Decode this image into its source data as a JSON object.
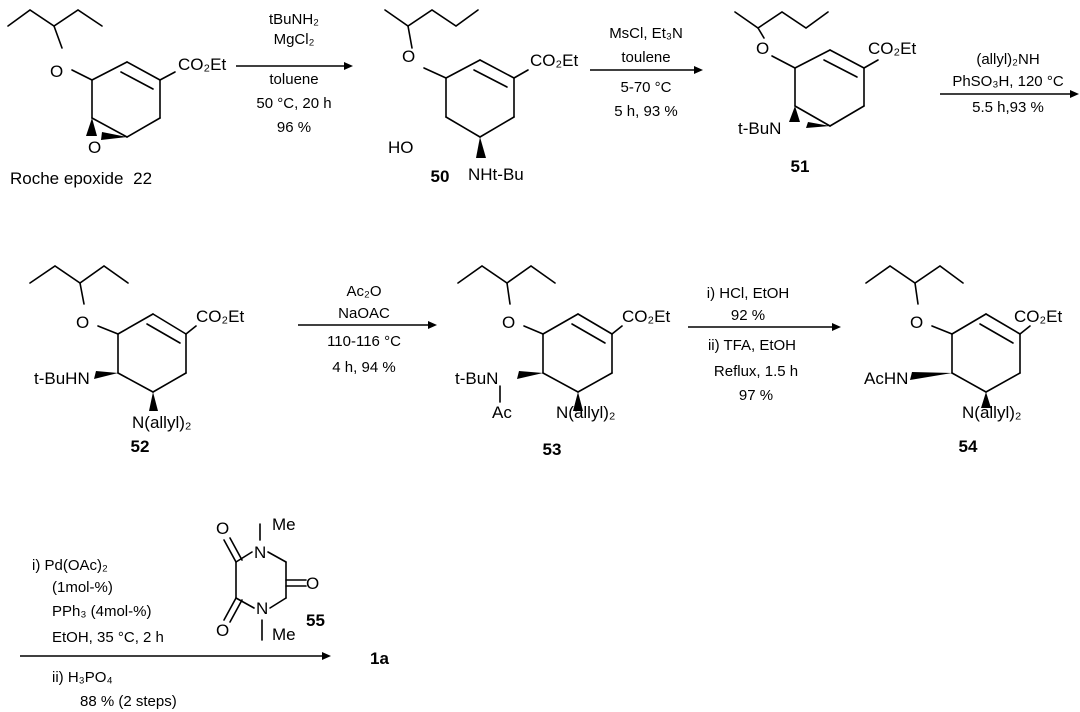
{
  "compounds": {
    "c22": {
      "name": "Roche epoxide",
      "number": "22",
      "ester": "CO₂Et",
      "oxygen": "O",
      "epoxide_oxygen": "O"
    },
    "c50": {
      "number": "50",
      "ester": "CO₂Et",
      "oxygen": "O",
      "hydroxyl": "HO",
      "amine": "NHt-Bu"
    },
    "c51": {
      "number": "51",
      "ester": "CO₂Et",
      "oxygen": "O",
      "aziridine": "t-BuN"
    },
    "c52": {
      "number": "52",
      "ester": "CO₂Et",
      "oxygen": "O",
      "amine": "t-BuHN",
      "diallyl": "N(allyl)₂"
    },
    "c53": {
      "number": "53",
      "ester": "CO₂Et",
      "oxygen": "O",
      "amide_n": "t-BuN",
      "acyl": "Ac",
      "diallyl": "N(allyl)₂"
    },
    "c54": {
      "number": "54",
      "ester": "CO₂Et",
      "oxygen": "O",
      "acetamide": "AcHN",
      "diallyl": "N(allyl)₂"
    },
    "c55": {
      "number": "55",
      "me_top": "Me",
      "me_bottom": "Me",
      "n_top": "N",
      "n_bottom": "N",
      "o_left_top": "O",
      "o_left_bottom": "O",
      "o_right": "O"
    },
    "product": {
      "number": "1a"
    }
  },
  "steps": {
    "s1": {
      "above": [
        "tBuNH₂",
        "MgCl₂"
      ],
      "below": [
        "toluene",
        "50 °C, 20 h",
        "96 %"
      ]
    },
    "s2": {
      "above": [
        "MsCl, Et₃N",
        "toulene"
      ],
      "below": [
        "5-70 °C",
        "5 h, 93 %"
      ]
    },
    "s3": {
      "above": [
        "(allyl)₂NH",
        "PhSO₃H, 120 °C"
      ],
      "below": [
        "5.5 h,93 %"
      ]
    },
    "s4": {
      "above": [
        "Ac₂O",
        "NaOAC"
      ],
      "below": [
        "110-116 °C",
        "4 h, 94 %"
      ]
    },
    "s5": {
      "above": [
        "i) HCl, EtOH",
        "92 %"
      ],
      "below": [
        "ii) TFA, EtOH",
        "Reflux, 1.5 h",
        "97 %"
      ]
    },
    "s6": {
      "above": [
        "i) Pd(OAc)₂",
        "(1mol-%)",
        "PPh₃ (4mol-%)",
        "EtOH, 35 °C, 2 h"
      ],
      "below": [
        "ii) H₃PO₄",
        "88 % (2 steps)"
      ]
    }
  }
}
